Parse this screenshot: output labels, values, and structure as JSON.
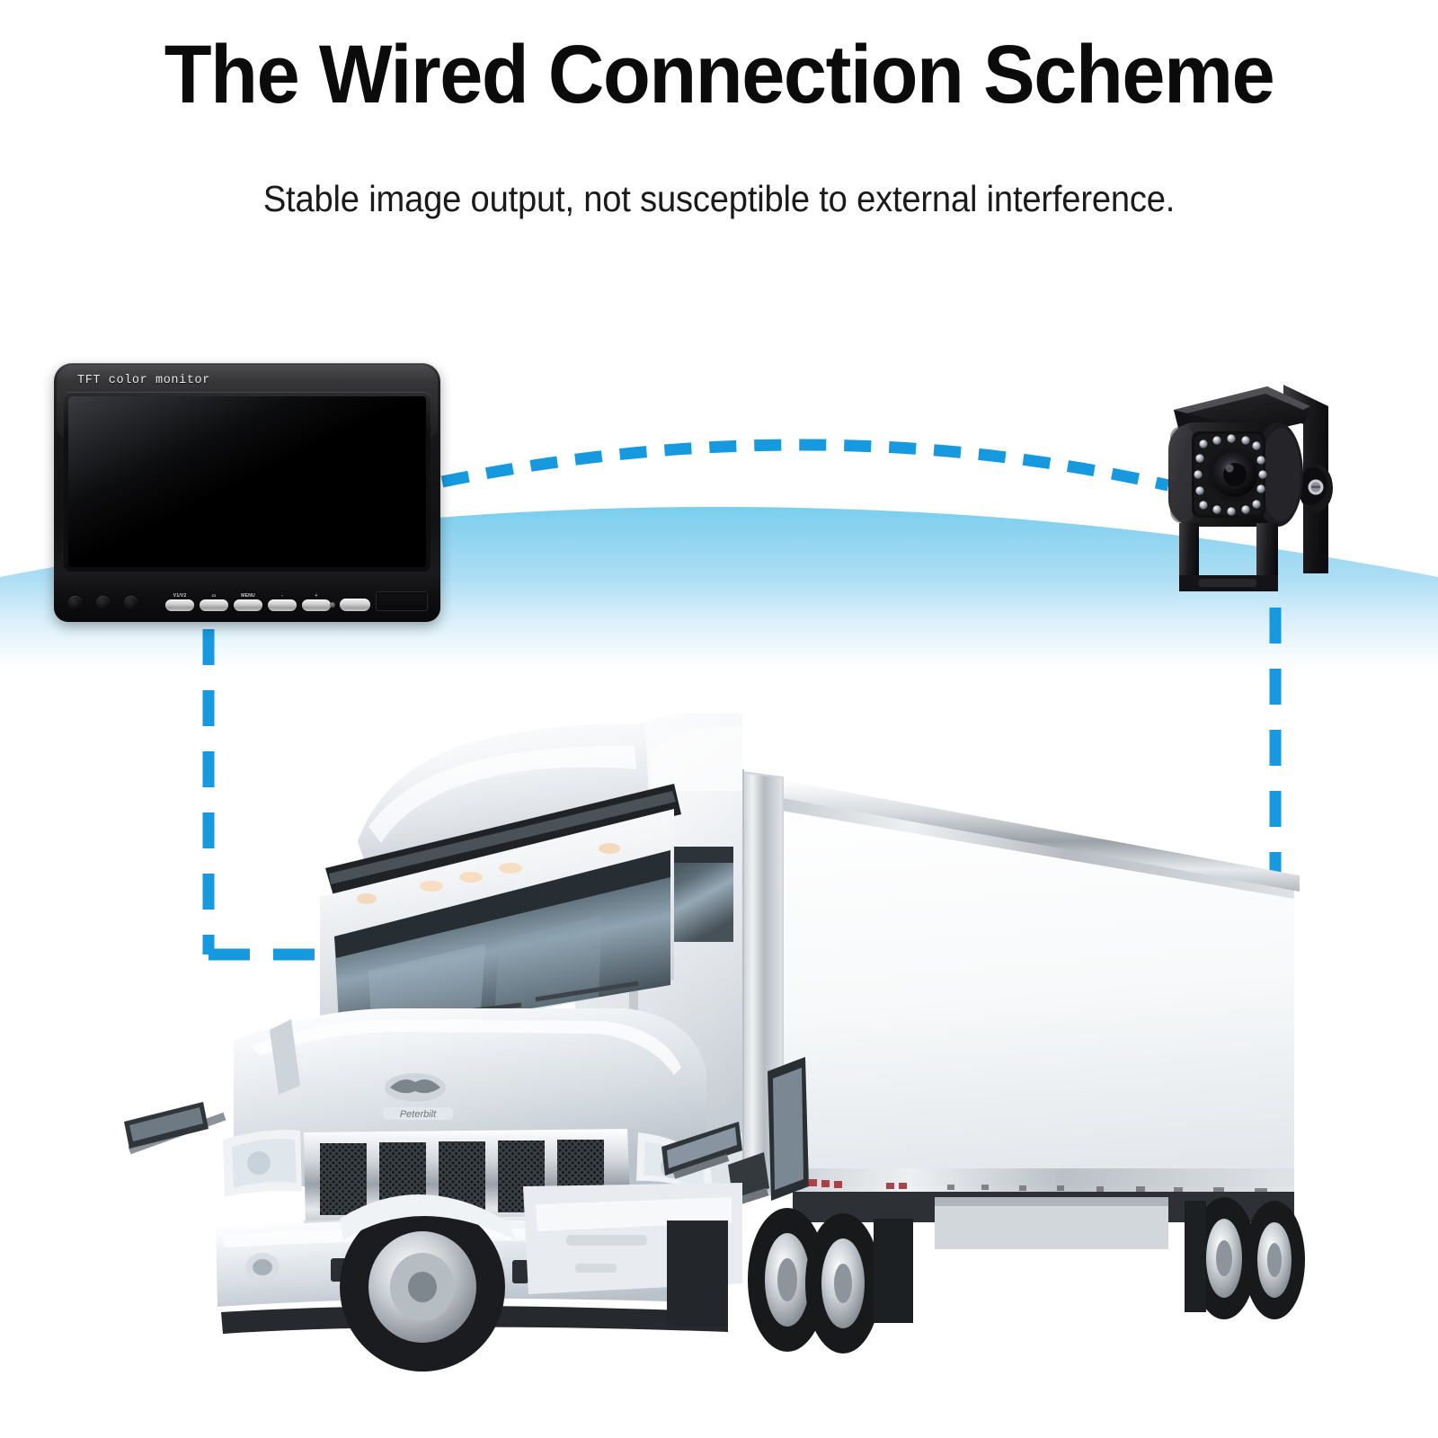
{
  "header": {
    "title": "The Wired Connection Scheme",
    "subtitle": "Stable image output, not susceptible to external interference."
  },
  "colors": {
    "accent_blue": "#1699DE",
    "arc_fill_top": "#7ECFEF",
    "arc_fill_bottom": "#FFFFFF",
    "title_color": "#0B0B0B",
    "device_black": "#121214",
    "truck_white": "#F2F4F6"
  },
  "monitor": {
    "name": "TFT color monitor",
    "brand_label": "TFT color monitor",
    "buttons": [
      {
        "label": "V1/V2",
        "name": "video-source-button"
      },
      {
        "label": "▭",
        "name": "display-button"
      },
      {
        "label": "MENU",
        "name": "menu-button"
      },
      {
        "label": "-",
        "name": "minus-button"
      },
      {
        "label": "+",
        "name": "plus-button"
      }
    ],
    "power_button_label": "",
    "power_led_label": "",
    "speaker_label": ""
  },
  "camera": {
    "name": "rear-view backup camera",
    "ir_led_count": 18,
    "has_sun_visor": true,
    "has_mount_bracket": true
  },
  "diagram": {
    "connection_type": "wired",
    "arc_label": "",
    "wire_monitor_to_cab": "dashed",
    "wire_camera_to_trailer": "dashed",
    "endpoint_dot_count": 2
  },
  "vehicle": {
    "type": "semi truck with box trailer",
    "cab_color": "white",
    "trailer_color": "white"
  }
}
